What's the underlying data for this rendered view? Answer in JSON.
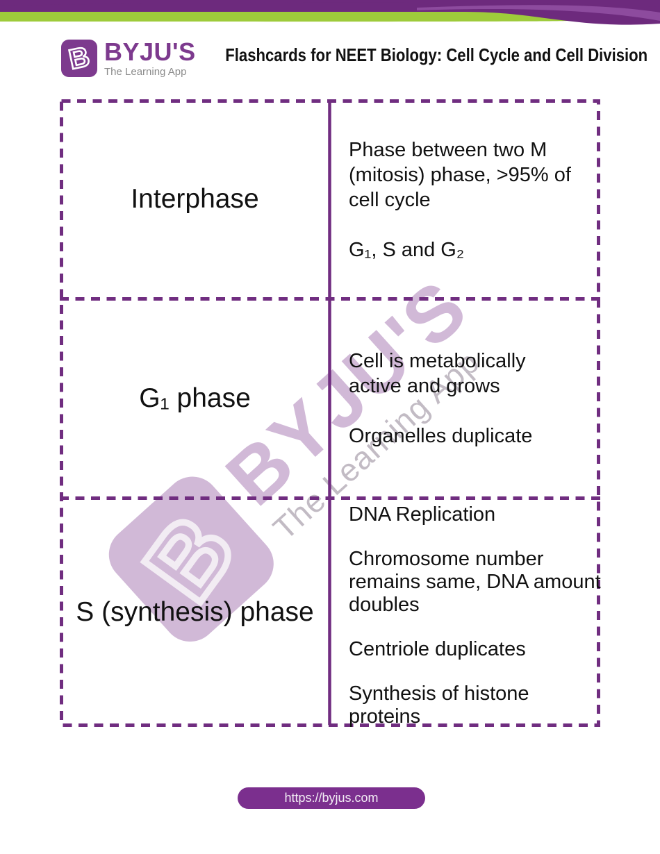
{
  "colors": {
    "top_band_purple": "#6d2a7d",
    "top_band_light_purple": "#8d4b9e",
    "top_band_green": "#9ecb3b",
    "card_border_purple": "#702d80",
    "brand_purple": "#7d3a8e",
    "footer_pill_purple": "#7b2f8e",
    "watermark_purple": "#c6a8ce"
  },
  "header": {
    "logo": {
      "brand": "BYJU'S",
      "tagline": "The Learning App"
    },
    "title": "Flashcards for NEET Biology: Cell Cycle and Cell Division"
  },
  "flashcards": [
    {
      "term": "Interphase",
      "definition_paragraphs": [
        [
          "Phase between two M",
          "(mitosis) phase, >95% of",
          "cell cycle"
        ],
        [
          "G₁, S and G₂"
        ]
      ]
    },
    {
      "term": "G₁ phase",
      "definition_paragraphs": [
        [
          "Cell is metabolically",
          "active and grows"
        ],
        [
          "Organelles duplicate"
        ]
      ]
    },
    {
      "term": "S (synthesis) phase",
      "definition_paragraphs": [
        [
          "DNA Replication"
        ],
        [
          "Chromosome number",
          "remains same, DNA amount",
          "doubles"
        ],
        [
          "Centriole duplicates"
        ],
        [
          "Synthesis of histone",
          "proteins"
        ]
      ]
    }
  ],
  "watermark": {
    "brand": "BYJU'S",
    "tagline": "The Learning App"
  },
  "footer": {
    "url_label": "https://byjus.com"
  }
}
